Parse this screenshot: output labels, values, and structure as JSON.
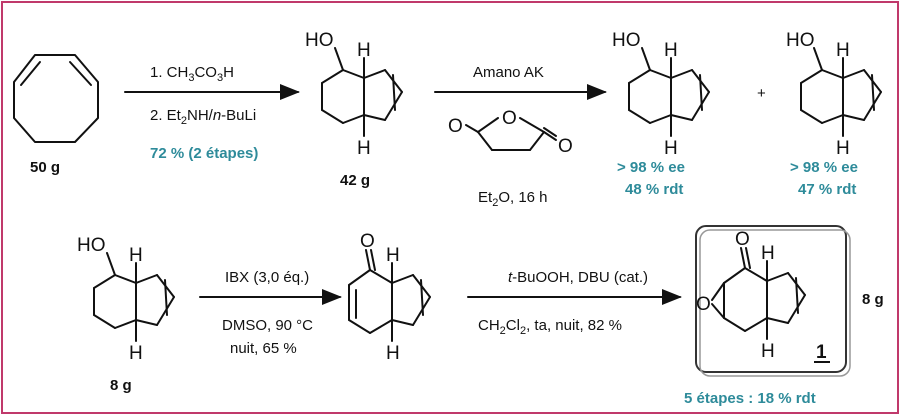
{
  "step1": {
    "reagent1": "1. CH3CO3H",
    "reagent2": "2. Et2NH/n-BuLi",
    "yield": "72 % (2 étapes)",
    "start_mass": "50 g",
    "product_mass": "42 g"
  },
  "step2": {
    "reagent_top": "Amano AK",
    "solvent": "Et2O, 16 h",
    "plus": "+",
    "product_a_ee": "> 98 % ee",
    "product_a_yield": "48 % rdt",
    "product_b_ee": "> 98 % ee",
    "product_b_yield": "47 % rdt"
  },
  "step3": {
    "start_mass": "8 g",
    "reagent1": "IBX (3,0 éq.)",
    "reagent2": "DMSO, 90 °C",
    "reagent3": "nuit, 65 %"
  },
  "step4": {
    "reagent1": "t-BuOOH, DBU (cat.)",
    "reagent2": "CH2Cl2, ta, nuit, 82 %",
    "product_label": "1",
    "product_mass": "8 g",
    "overall": "5 étapes : 18 % rdt"
  },
  "atoms": {
    "oh": "HO",
    "h": "H",
    "o": "O"
  },
  "colors": {
    "frame": "#c0396b",
    "highlight": "#2e8b9a"
  }
}
